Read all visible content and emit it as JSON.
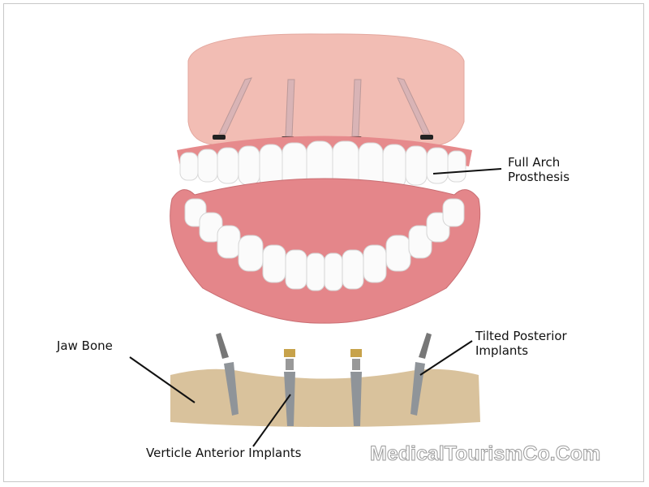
{
  "labels": {
    "full_arch_line1": "Full Arch",
    "full_arch_line2": "Prosthesis",
    "jaw_bone": "Jaw Bone",
    "tilted_line1": "Tilted Posterior",
    "tilted_line2": "Implants",
    "vertical_anterior": "Verticle Anterior Implants"
  },
  "watermark": "MedicalTourismCo.Com",
  "colors": {
    "gum_base": "#f0b8b0",
    "gum": "#e3868a",
    "teeth": "#fafafa",
    "bone": "#d9c09a",
    "implant": "#8f9499"
  }
}
